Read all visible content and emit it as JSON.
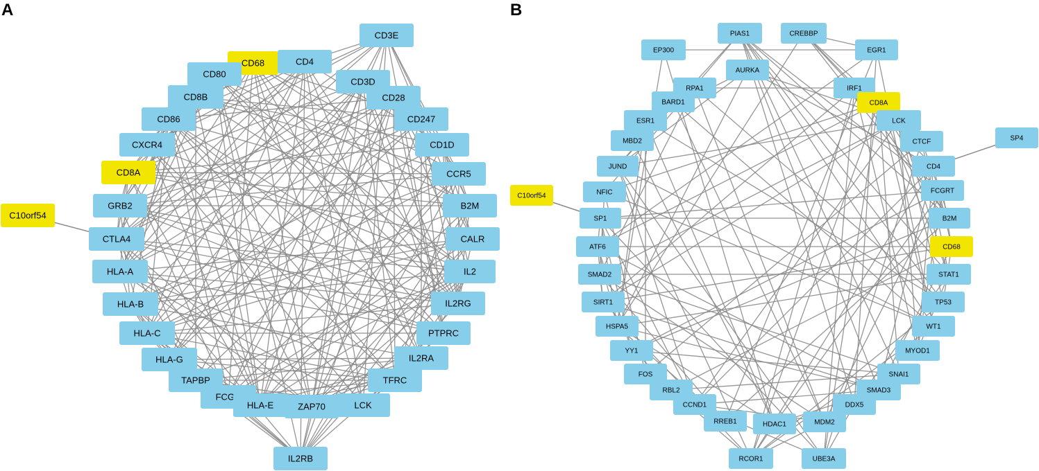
{
  "colors": {
    "node": "#87CEEB",
    "highlight": "#F2E600",
    "edge": "#8a8a8a",
    "text": "#000000"
  },
  "panels": [
    {
      "letter": "A",
      "nodes": [
        {
          "label": "CD3E"
        },
        {
          "label": "CD68",
          "highlight": true
        },
        {
          "label": "CD4"
        },
        {
          "label": "CD80"
        },
        {
          "label": "CD3D"
        },
        {
          "label": "CD8B"
        },
        {
          "label": "CD28"
        },
        {
          "label": "CD86"
        },
        {
          "label": "CD247"
        },
        {
          "label": "CXCR4"
        },
        {
          "label": "CD1D"
        },
        {
          "label": "CD8A",
          "highlight": true
        },
        {
          "label": "CCR5"
        },
        {
          "label": "C10orf54",
          "highlight": true
        },
        {
          "label": "GRB2"
        },
        {
          "label": "B2M"
        },
        {
          "label": "CTLA4"
        },
        {
          "label": "CALR"
        },
        {
          "label": "HLA-A"
        },
        {
          "label": "IL2"
        },
        {
          "label": "HLA-B"
        },
        {
          "label": "IL2RG"
        },
        {
          "label": "HLA-C"
        },
        {
          "label": "PTPRC"
        },
        {
          "label": "HLA-G"
        },
        {
          "label": "IL2RA"
        },
        {
          "label": "TAPBP"
        },
        {
          "label": "TFRC"
        },
        {
          "label": "FCGR"
        },
        {
          "label": "HLA-E"
        },
        {
          "label": "ZAP70"
        },
        {
          "label": "LCK"
        },
        {
          "label": "IL2RB"
        }
      ]
    },
    {
      "letter": "B",
      "nodes": [
        {
          "label": "PIAS1"
        },
        {
          "label": "CREBBP"
        },
        {
          "label": "EP300"
        },
        {
          "label": "EGR1"
        },
        {
          "label": "AURKA"
        },
        {
          "label": "RPA1"
        },
        {
          "label": "IRF1"
        },
        {
          "label": "BARD1"
        },
        {
          "label": "CD8A",
          "highlight": true
        },
        {
          "label": "ESR1"
        },
        {
          "label": "LCK"
        },
        {
          "label": "SP4"
        },
        {
          "label": "MBD2"
        },
        {
          "label": "CTCF"
        },
        {
          "label": "JUND"
        },
        {
          "label": "CD4"
        },
        {
          "label": "C10orf54",
          "highlight": true
        },
        {
          "label": "NFIC"
        },
        {
          "label": "FCGRT"
        },
        {
          "label": "SP1"
        },
        {
          "label": "B2M"
        },
        {
          "label": "ATF6"
        },
        {
          "label": "CD68",
          "highlight": true
        },
        {
          "label": "SMAD2"
        },
        {
          "label": "STAT1"
        },
        {
          "label": "SIRT1"
        },
        {
          "label": "TP53"
        },
        {
          "label": "HSPA5"
        },
        {
          "label": "WT1"
        },
        {
          "label": "YY1"
        },
        {
          "label": "MYOD1"
        },
        {
          "label": "FOS"
        },
        {
          "label": "SNAI1"
        },
        {
          "label": "RBL2"
        },
        {
          "label": "SMAD3"
        },
        {
          "label": "CCND1"
        },
        {
          "label": "DDX5"
        },
        {
          "label": "RREB1"
        },
        {
          "label": "HDAC1"
        },
        {
          "label": "MDM2"
        },
        {
          "label": "RCOR1"
        },
        {
          "label": "UBE3A"
        }
      ]
    }
  ]
}
